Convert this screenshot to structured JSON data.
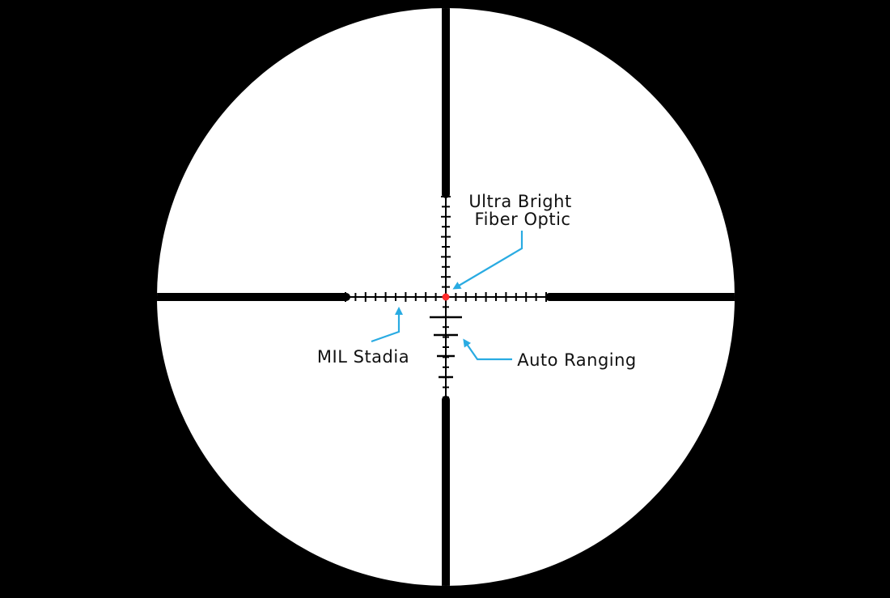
{
  "colors": {
    "background": "#000000",
    "lens": "#ffffff",
    "reticle": "#000000",
    "dot": "#ff2a2a",
    "callout": "#29abe2",
    "label": "#111111"
  },
  "reticle": {
    "center_dot": "red-dot"
  },
  "labels": {
    "fiber_optic_line1": "Ultra Bright",
    "fiber_optic_line2": "Fiber Optic",
    "mil_stadia": "MIL Stadia",
    "auto_ranging": "Auto Ranging"
  },
  "icons": {
    "arrow": "callout-arrow-icon"
  }
}
